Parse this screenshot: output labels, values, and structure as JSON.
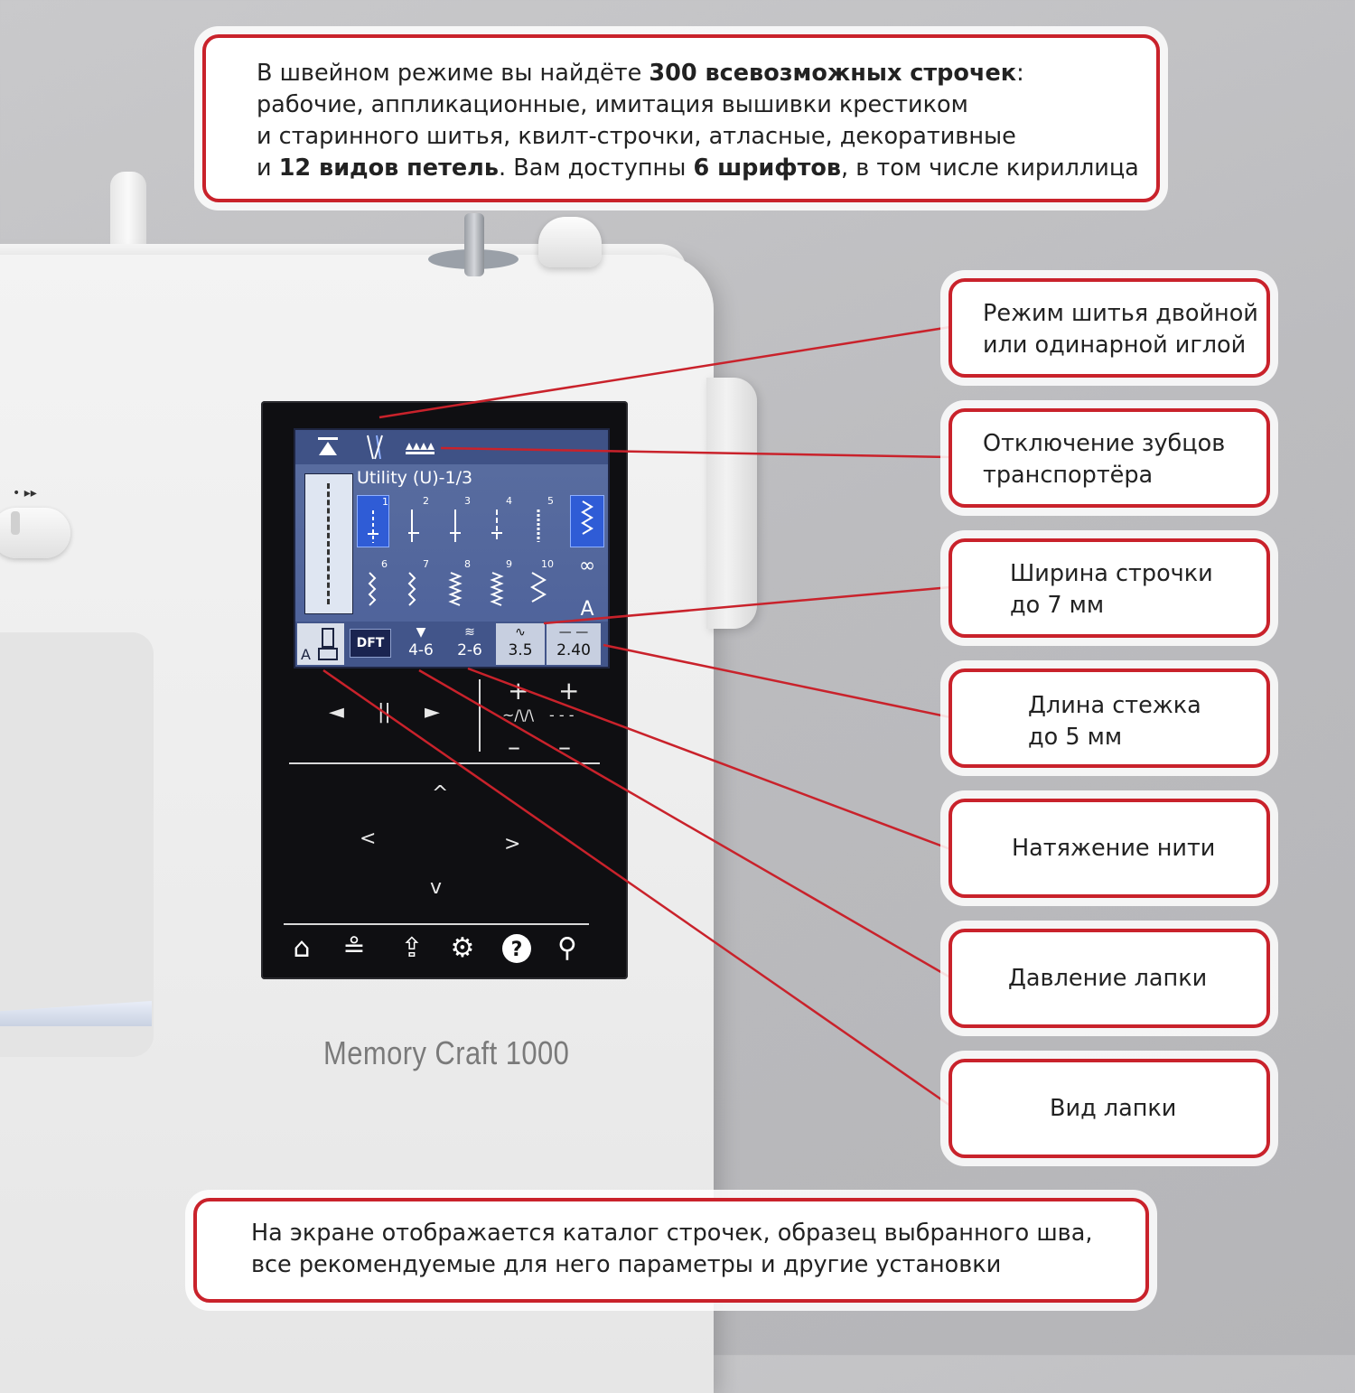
{
  "intro": {
    "l1a": "В швейном режиме вы найдёте ",
    "l1b": "300 всевозможных строчек",
    "l1c": ":",
    "l2": "рабочие, аппликационные, имитация вышивки крестиком",
    "l3": "и старинного шитья, квилт-строчки, атласные, декоративные",
    "l4a": "и ",
    "l4b": "12 видов петель",
    "l4c": ". Вам доступны ",
    "l4d": "6 шрифтов",
    "l4e": ", в том числе кириллица"
  },
  "callouts": {
    "needle_mode": [
      "Режим шитья двойной",
      "или одинарной иглой"
    ],
    "feed_dogs": [
      "Отключение зубцов",
      "транспортёра"
    ],
    "stitch_width": [
      "Ширина строчки",
      "до 7 мм"
    ],
    "stitch_length": [
      "Длина стежка",
      "до 5 мм"
    ],
    "thread_tension": "Натяжение нити",
    "foot_pressure": "Давление лапки",
    "foot_type": "Вид лапки"
  },
  "outro": {
    "l1": "На экране отображается каталог строчек, образец выбранного шва,",
    "l2": "все рекомендуемые для него параметры и другие установки"
  },
  "machine": {
    "brand": "Memory Craft 1000",
    "screen": {
      "category": "Utility (U)-1/3",
      "stitch_numbers": [
        "1",
        "2",
        "3",
        "4",
        "5",
        "6",
        "7",
        "8",
        "9",
        "10"
      ],
      "selected_stitch": "1",
      "side_letter": "A",
      "foot_letter": "A",
      "dft_label": "DFT",
      "presser_pressure": "4-6",
      "thread_tension": "2-6",
      "stitch_width": "3.5",
      "stitch_length": "2.40"
    },
    "controls": {
      "prev": "◄",
      "pause": "||",
      "next": "►",
      "plus": "+",
      "minus": "–",
      "up": "^",
      "down": "v",
      "left": "<",
      "right": ">"
    },
    "bottom_icons": [
      "home-icon",
      "stitch-edit-icon",
      "upload-icon",
      "gear-icon",
      "help-icon",
      "key-icon"
    ],
    "side_speed_icons": "• ▸▸"
  },
  "colors": {
    "accent": "#c9222b",
    "lcd": "#5a6ea0",
    "selected": "#2f5cd6"
  }
}
